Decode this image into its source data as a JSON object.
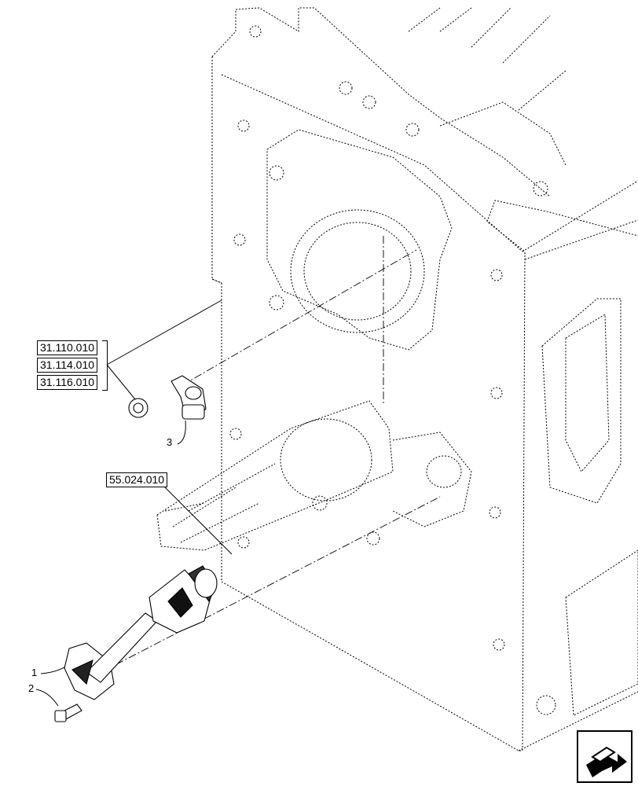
{
  "references": {
    "group": [
      "31.110.010",
      "31.114.010",
      "31.116.010"
    ],
    "pto": "55.024.010"
  },
  "callouts": {
    "c1": "1",
    "c2": "2",
    "c3": "3"
  },
  "colors": {
    "line": "#000000",
    "background": "#ffffff"
  },
  "nav_icon": "next-page-arrow-icon"
}
